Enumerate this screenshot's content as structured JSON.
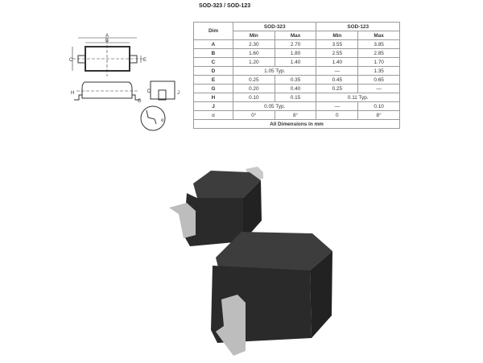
{
  "title": "SOD-323 / SOD-123",
  "table": {
    "dim_header": "Dim",
    "groups": [
      "SOD-323",
      "SOD-123"
    ],
    "subheaders": [
      "Min",
      "Max",
      "Min",
      "Max"
    ],
    "rows": [
      {
        "dim": "A",
        "cells": [
          "2.30",
          "2.70",
          "3.55",
          "3.85"
        ]
      },
      {
        "dim": "B",
        "cells": [
          "1.60",
          "1.80",
          "2.55",
          "2.85"
        ]
      },
      {
        "dim": "C",
        "cells": [
          "1.20",
          "1.40",
          "1.40",
          "1.70"
        ]
      },
      {
        "dim": "D",
        "sod323_typ": "1.05 Typ.",
        "cells323": null,
        "cells123": [
          "—",
          "1.35"
        ]
      },
      {
        "dim": "E",
        "cells": [
          "0.25",
          "0.35",
          "0.45",
          "0.65"
        ]
      },
      {
        "dim": "G",
        "cells": [
          "0.20",
          "0.40",
          "0.25",
          "—"
        ]
      },
      {
        "dim": "H",
        "cells323": [
          "0.10",
          "0.15"
        ],
        "sod123_typ": "0.11 Typ."
      },
      {
        "dim": "J",
        "sod323_typ": "0.05 Typ.",
        "cells123": [
          "—",
          "0.10"
        ]
      },
      {
        "dim": "α",
        "cells": [
          "0°",
          "8°",
          "0",
          "8°"
        ]
      }
    ],
    "footer": "All Dimensions in mm"
  },
  "diagram_labels": {
    "A": "A",
    "B": "B",
    "C": "C",
    "E": "E",
    "D": "D",
    "H": "H",
    "J": "J",
    "G": "G",
    "alpha": "α"
  },
  "colors": {
    "body": "#2b2b2b",
    "top": "#3d3d3d",
    "lead": "#b8b8b8"
  }
}
